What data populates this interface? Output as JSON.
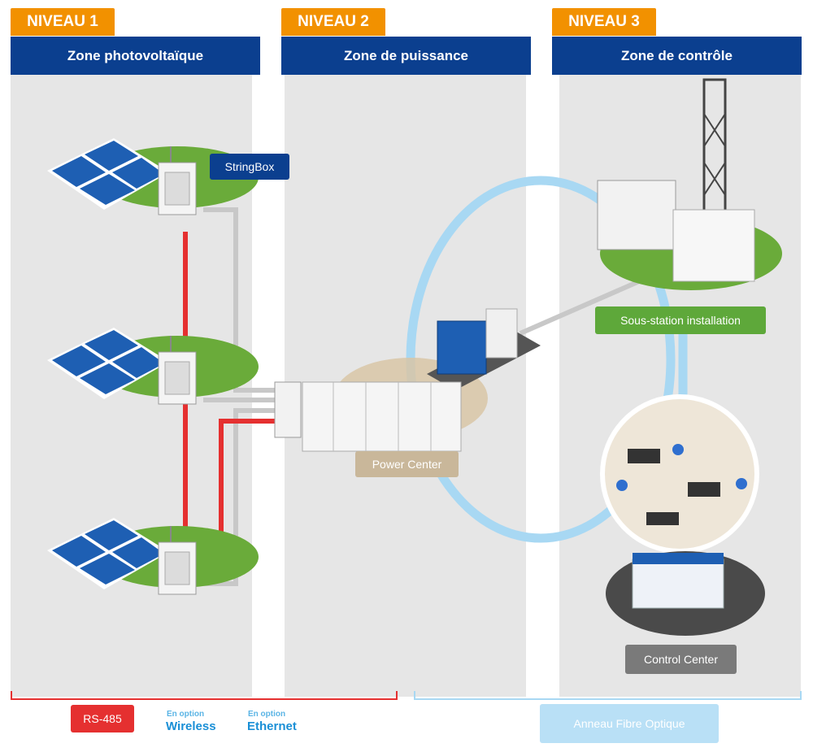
{
  "levels": [
    {
      "badge": "NIVEAU 1",
      "title": "Zone photovoltaïque"
    },
    {
      "badge": "NIVEAU 2",
      "title": "Zone de puissance"
    },
    {
      "badge": "NIVEAU 3",
      "title": "Zone de contrôle"
    }
  ],
  "labels": {
    "stringbox": "StringBox",
    "power_center": "Power Center",
    "substation": "Sous-station installation",
    "control_center": "Control Center"
  },
  "legend": {
    "rs485": "RS-485",
    "wireless_option": "En option",
    "wireless": "Wireless",
    "ethernet_option": "En option",
    "ethernet": "Ethernet",
    "fiber_ring": "Anneau Fibre Optique"
  },
  "colors": {
    "niveau_badge": "#f29100",
    "zone_header": "#0b3f8f",
    "rs485_line": "#e53030",
    "ethernet_line": "#c8c8c8",
    "fiber_ring": "#a8d8f3",
    "grass": "#6aab3a",
    "solar_panel": "#1e5fb3",
    "power_center_label": "#c9b79a",
    "substation_label": "#5ea83a",
    "control_center_label": "#7a7a7a"
  }
}
